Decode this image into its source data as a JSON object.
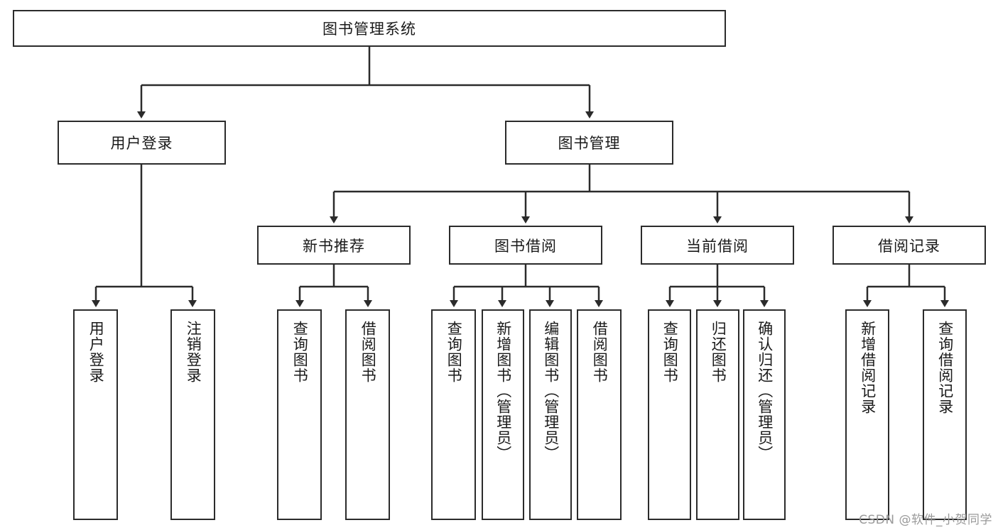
{
  "diagram": {
    "type": "tree-hierarchy-chart",
    "title": "图书管理系统",
    "line_color": "#2b2b2b",
    "box_fill": "#ffffff",
    "text_color": "#1a1a1a",
    "levels": [
      {
        "level": 1,
        "nodes": [
          {
            "id": "root",
            "label": "图书管理系统",
            "orientation": "horizontal"
          }
        ]
      },
      {
        "level": 2,
        "nodes": [
          {
            "id": "login",
            "label": "用户登录",
            "orientation": "horizontal",
            "parent": "root"
          },
          {
            "id": "bookmgmt",
            "label": "图书管理",
            "orientation": "horizontal",
            "parent": "root"
          }
        ]
      },
      {
        "level": 3,
        "nodes": [
          {
            "id": "newbook",
            "label": "新书推荐",
            "orientation": "horizontal",
            "parent": "bookmgmt"
          },
          {
            "id": "borrow",
            "label": "图书借阅",
            "orientation": "horizontal",
            "parent": "bookmgmt"
          },
          {
            "id": "current",
            "label": "当前借阅",
            "orientation": "horizontal",
            "parent": "bookmgmt"
          },
          {
            "id": "records",
            "label": "借阅记录",
            "orientation": "horizontal",
            "parent": "bookmgmt"
          }
        ]
      },
      {
        "level": 4,
        "nodes": [
          {
            "id": "leaf-user-login",
            "label": "用户登录",
            "orientation": "vertical",
            "parent": "login"
          },
          {
            "id": "leaf-logout",
            "label": "注销登录",
            "orientation": "vertical",
            "parent": "login"
          },
          {
            "id": "leaf-query-book-1",
            "label": "查询图书",
            "orientation": "vertical",
            "parent": "newbook"
          },
          {
            "id": "leaf-borrow-book-1",
            "label": "借阅图书",
            "orientation": "vertical",
            "parent": "newbook"
          },
          {
            "id": "leaf-query-book-2",
            "label": "查询图书",
            "orientation": "vertical",
            "parent": "borrow"
          },
          {
            "id": "leaf-add-book",
            "label": "新增图书（管理员）",
            "orientation": "vertical",
            "parent": "borrow"
          },
          {
            "id": "leaf-edit-book",
            "label": "编辑图书（管理员）",
            "orientation": "vertical",
            "parent": "borrow"
          },
          {
            "id": "leaf-borrow-book-2",
            "label": "借阅图书",
            "orientation": "vertical",
            "parent": "borrow"
          },
          {
            "id": "leaf-query-book-3",
            "label": "查询图书",
            "orientation": "vertical",
            "parent": "current"
          },
          {
            "id": "leaf-return-book",
            "label": "归还图书",
            "orientation": "vertical",
            "parent": "current"
          },
          {
            "id": "leaf-confirm-return",
            "label": "确认归还（管理员）",
            "orientation": "vertical",
            "parent": "current"
          },
          {
            "id": "leaf-add-record",
            "label": "新增借阅记录",
            "orientation": "vertical",
            "parent": "records"
          },
          {
            "id": "leaf-query-record",
            "label": "查询借阅记录",
            "orientation": "vertical",
            "parent": "records"
          }
        ]
      }
    ]
  },
  "watermark": {
    "text": "CSDN @软件_小贺同学"
  }
}
